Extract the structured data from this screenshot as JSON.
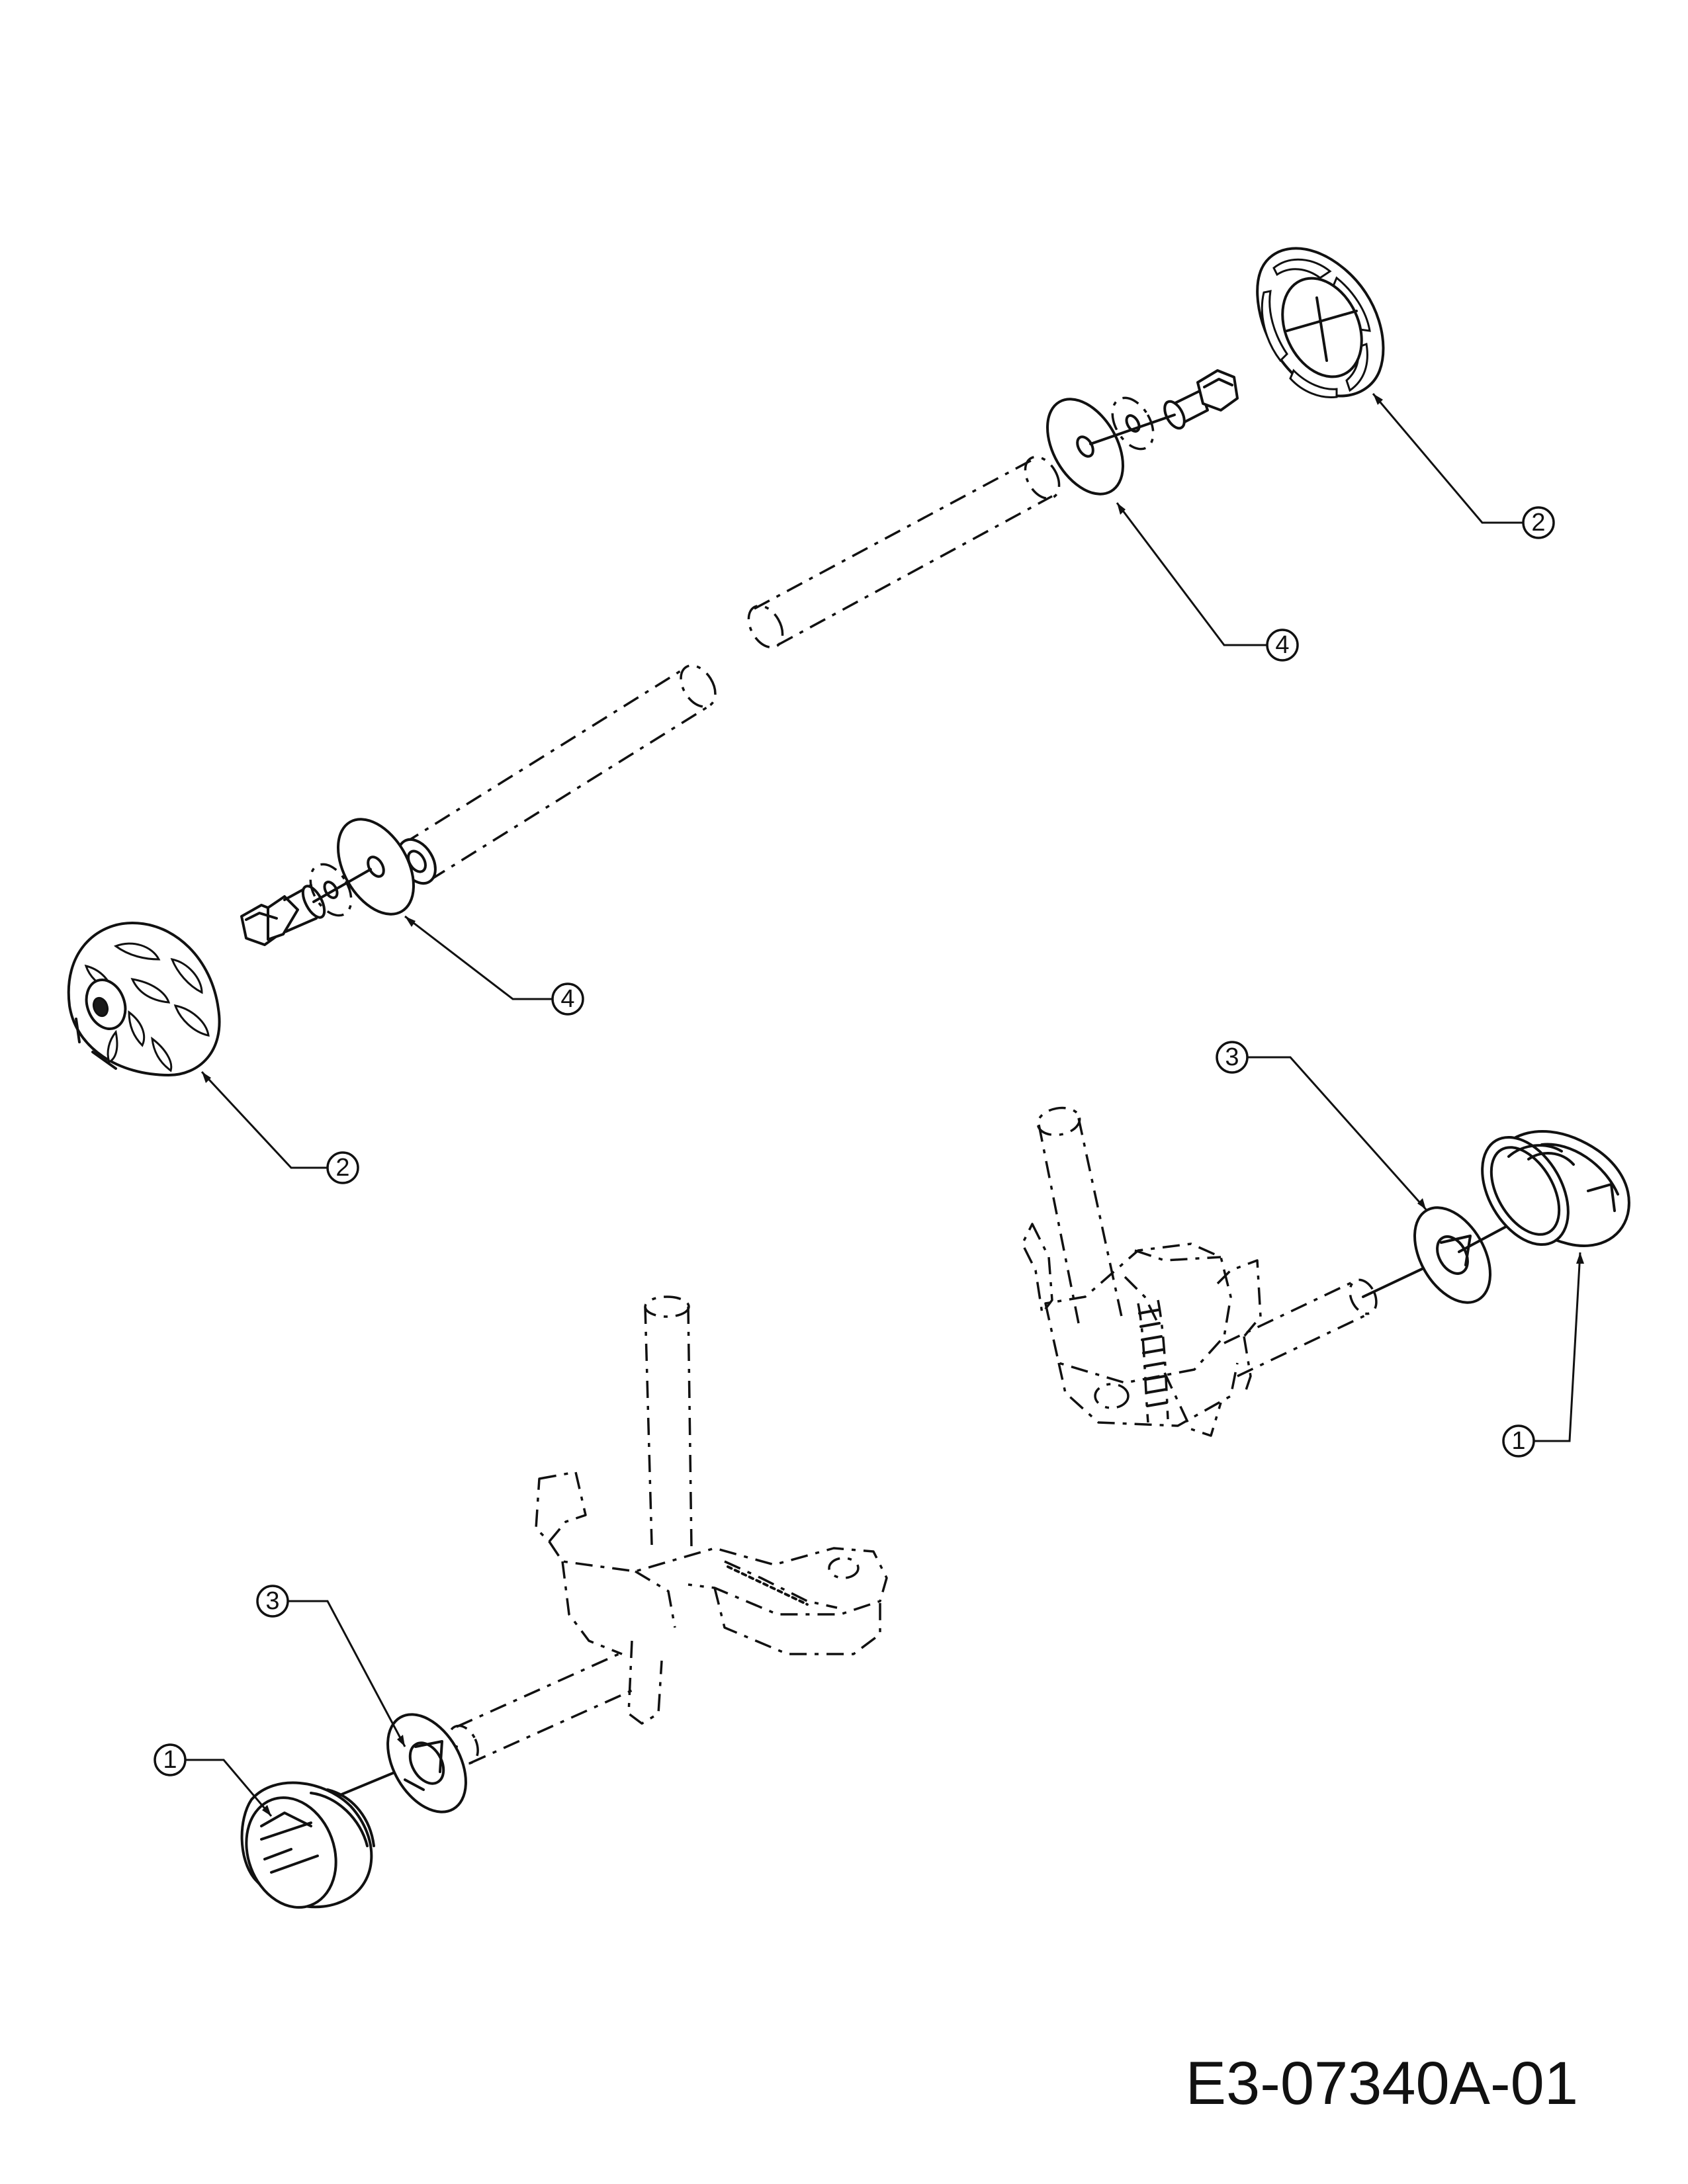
{
  "drawing": {
    "reference_code": "E3-07340A-01"
  },
  "callouts": [
    {
      "label": "2"
    },
    {
      "label": "4"
    },
    {
      "label": "4"
    },
    {
      "label": "2"
    },
    {
      "label": "3"
    },
    {
      "label": "1"
    },
    {
      "label": "3"
    },
    {
      "label": "1"
    }
  ]
}
